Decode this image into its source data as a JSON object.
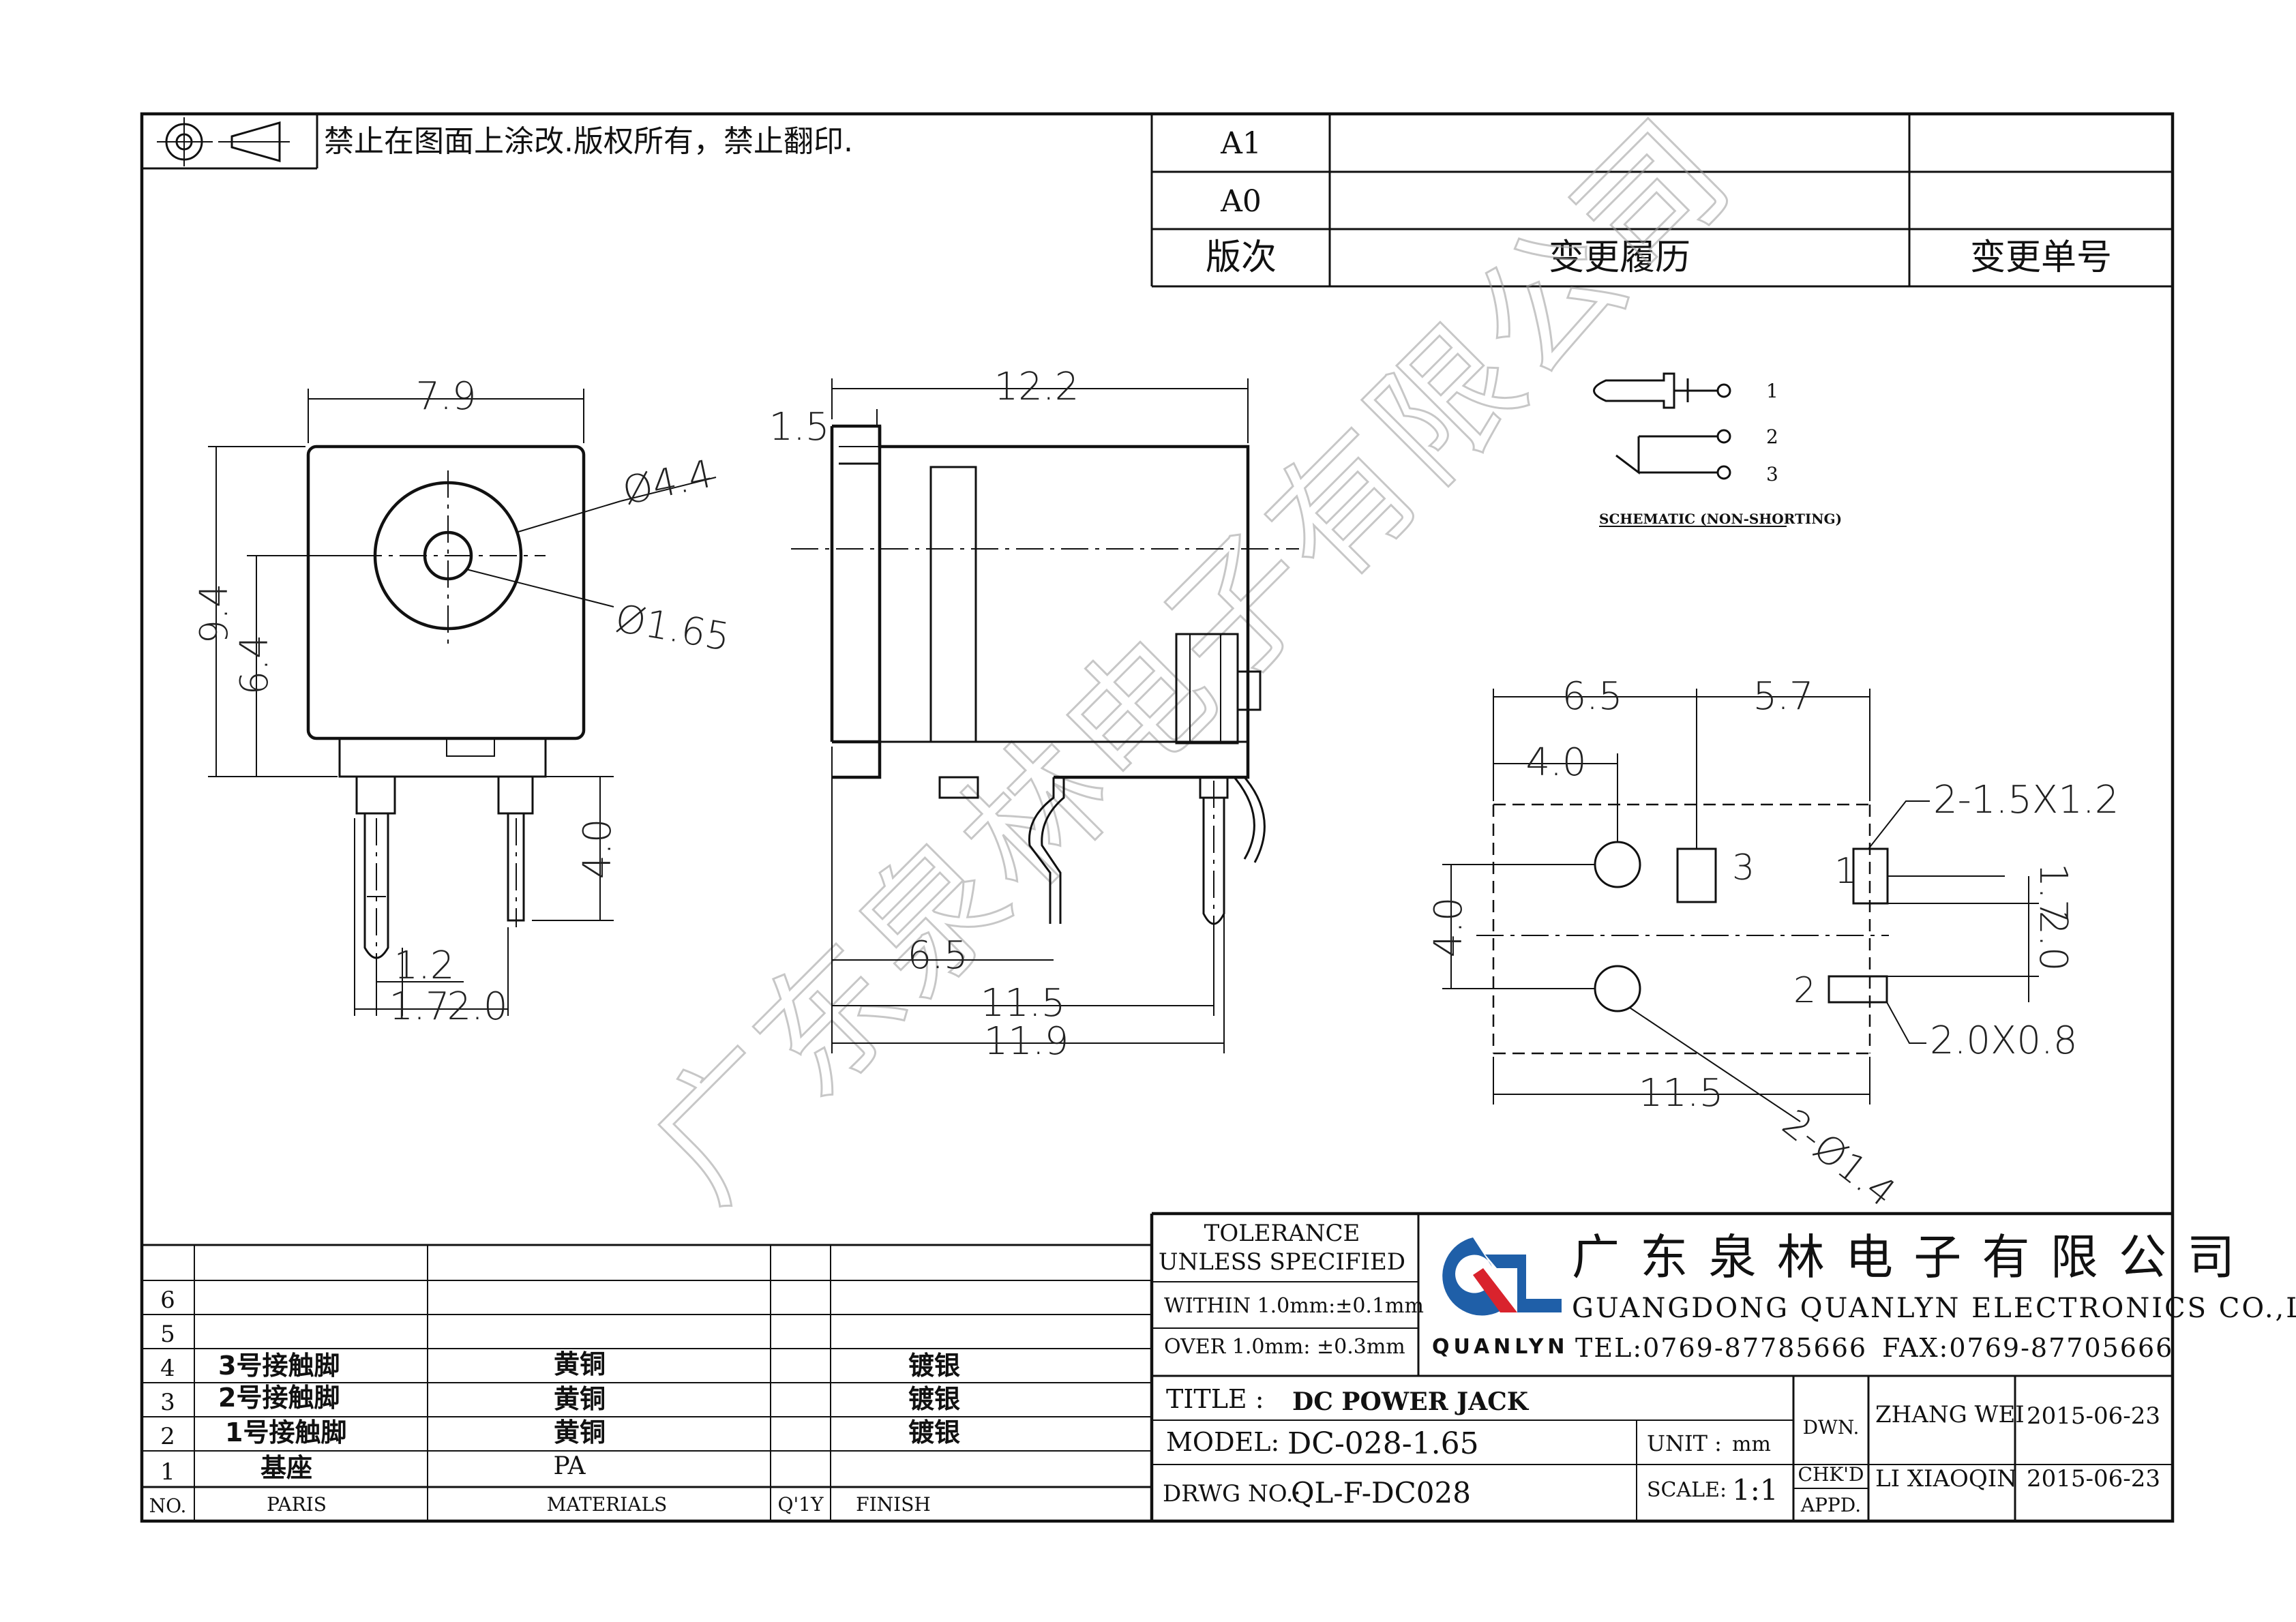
{
  "notice": "禁止在图面上涂改.版权所有，禁止翻印.",
  "revision_table": {
    "rows": [
      {
        "rev": "A1",
        "history": "",
        "no": ""
      },
      {
        "rev": "A0",
        "history": "",
        "no": ""
      }
    ],
    "header": {
      "rev": "版次",
      "history": "变更履历",
      "no": "变更单号"
    }
  },
  "front_view": {
    "width": "7.9",
    "height": "9.4",
    "center_height": "6.4",
    "outer_dia": "Ø4.4",
    "inner_dia": "Ø1.65",
    "pin_length": "4.0",
    "pin_width": "1.2",
    "pin_x1": "1.7",
    "pin_x2": "2.0"
  },
  "side_view": {
    "length": "12.2",
    "lip": "1.5",
    "pin_pos": "6.5",
    "length_b": "11.5",
    "length_c": "11.9"
  },
  "schematic": {
    "pins": [
      "1",
      "2",
      "3"
    ],
    "label": "SCHEMATIC (NON-SHORTING)"
  },
  "footprint": {
    "d1": "6.5",
    "d2": "5.7",
    "d3": "4.0",
    "d4": "4.0",
    "d5": "11.5",
    "d6": "2.0",
    "d7": "1.7",
    "slot1": "2-1.5X1.2",
    "slot2": "2.0X0.8",
    "holes": "2-Ø1.4",
    "pad_labels": [
      "1",
      "2",
      "3"
    ]
  },
  "watermark": "广东泉林电子有限公司",
  "parts": {
    "headers": {
      "no": "NO.",
      "parts": "PARIS",
      "materials": "MATERIALS",
      "qty": "Q'1Y",
      "finish": "FINISH"
    },
    "rows": [
      {
        "no": "6",
        "part": "",
        "material": "",
        "qty": "",
        "finish": ""
      },
      {
        "no": "5",
        "part": "",
        "material": "",
        "qty": "",
        "finish": ""
      },
      {
        "no": "4",
        "part": "3号接触脚",
        "material": "黄铜",
        "qty": "",
        "finish": "镀银"
      },
      {
        "no": "3",
        "part": "2号接触脚",
        "material": "黄铜",
        "qty": "",
        "finish": "镀银"
      },
      {
        "no": "2",
        "part": "1号接触脚",
        "material": "黄铜",
        "qty": "",
        "finish": "镀银"
      },
      {
        "no": "1",
        "part": "基座",
        "material": "PA",
        "qty": "",
        "finish": ""
      }
    ]
  },
  "tolerance": {
    "title1": "TOLERANCE",
    "title2": "UNLESS SPECIFIED",
    "within": "WITHIN 1.0mm:±0.1mm",
    "over": "OVER 1.0mm:   ±0.3mm"
  },
  "company": {
    "logo_text": "QUANLYN",
    "name_cn": "广 东 泉 林 电 子 有 限 公 司",
    "name_en": "GUANGDONG QUANLYN ELECTRONICS CO.,LTD",
    "tel": "TEL:0769-87785666",
    "fax": "FAX:0769-87705666",
    "brand_blue": "#1f5fa8",
    "brand_red": "#d9232d"
  },
  "title_block": {
    "title_label": "TITLE :",
    "title": "DC POWER JACK",
    "model_label": "MODEL:",
    "model": "DC-028-1.65",
    "drwg_label": "DRWG NO.:",
    "drwg": "QL-F-DC028",
    "unit_label": "UNIT :",
    "unit": "mm",
    "scale_label": "SCALE:",
    "scale": "1:1",
    "dwn": "DWN.",
    "chk": "CHK'D",
    "appd": "APPD.",
    "drawn_by": "ZHANG WEI",
    "checked_by": "LI XIAOQIN",
    "date1": "2015-06-23",
    "date2": "2015-06-23"
  }
}
